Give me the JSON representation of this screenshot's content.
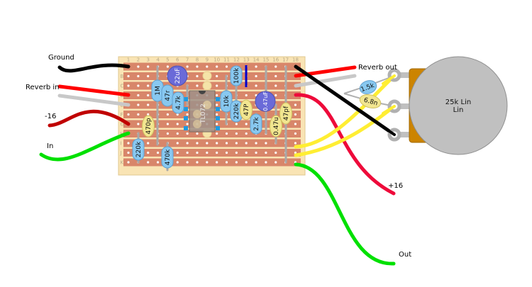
{
  "board": {
    "columns": [
      "1",
      "2",
      "3",
      "4",
      "5",
      "6",
      "7",
      "8",
      "9",
      "10",
      "11",
      "12",
      "13",
      "14",
      "15",
      "16",
      "17",
      "18"
    ],
    "rows": [
      "A",
      "B",
      "C",
      "D",
      "E",
      "F",
      "G",
      "H",
      "I",
      "J",
      "K"
    ],
    "colors": {
      "board": "#f9e4b4",
      "strip": "#d8866a",
      "hole": "#ffffff"
    }
  },
  "labels": {
    "ground": "Ground",
    "reverb_in": "Reverb in",
    "minus16": "-16",
    "in": "In",
    "reverb_out": "Reverb out",
    "plus16": "+16",
    "out": "Out"
  },
  "ic": {
    "label": "TL072"
  },
  "components": {
    "c22u": "22uF",
    "r1m": "1M",
    "r47r": "47r",
    "r4k7": "4.7k",
    "c470p": "470p",
    "r220k_a": "220k",
    "r470k": "470k",
    "r100k": "100k",
    "r10k": "10k",
    "r220k_b": "220k",
    "c47p": "47P",
    "r2k7": "2.7k",
    "c047u_a": "0.47uF",
    "c047u_b": "0.47u",
    "c47pf": "47pf",
    "r1k5": "1.5k",
    "c6n8": "6.8n"
  },
  "pot": {
    "value": "25k Lin",
    "taper": "Lin"
  },
  "colors": {
    "black": "#000000",
    "red": "#ff0000",
    "grey": "#c8c8c8",
    "darkred": "#c00000",
    "green": "#00e000",
    "yellow": "#ffee33",
    "plus_red": "#ee0a3a",
    "resistor": "#88c8f0",
    "film_cap": "#f2e690",
    "electrolytic": "#6a6ad8",
    "pot_body": "#cc8400",
    "pot_knob": "#c0c0c0"
  }
}
